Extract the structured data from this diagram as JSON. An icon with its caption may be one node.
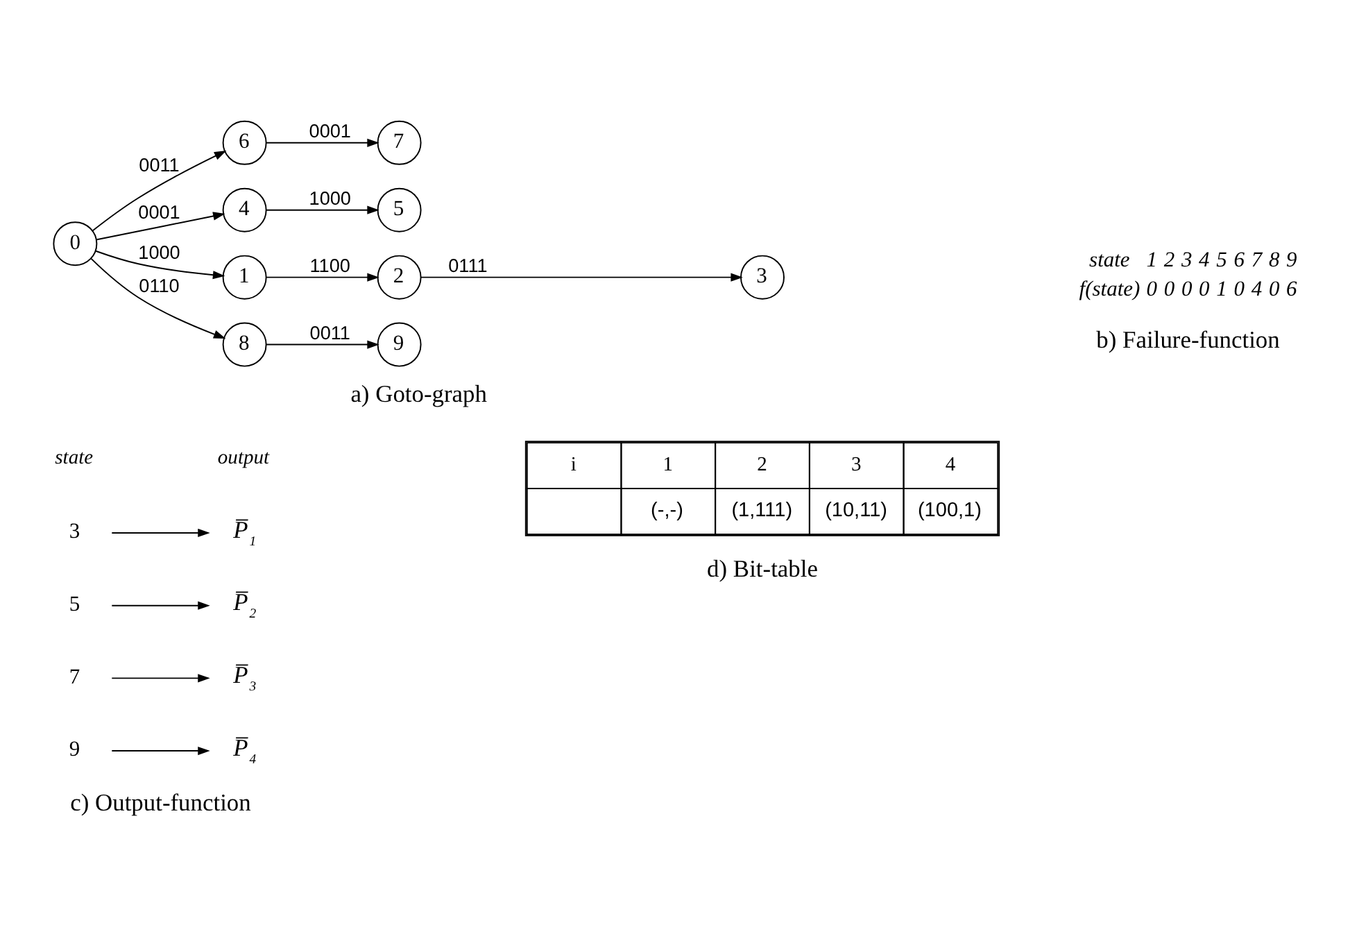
{
  "diagram": {
    "nodes": [
      {
        "text": [
          "0"
        ]
      },
      {
        "text": [
          "1"
        ]
      },
      {
        "text": [
          "2"
        ]
      },
      {
        "text": [
          "3"
        ]
      },
      {
        "text": [
          "4"
        ]
      },
      {
        "text": [
          "5"
        ]
      },
      {
        "text": [
          "6"
        ]
      },
      {
        "text": [
          "7"
        ]
      },
      {
        "text": [
          "8"
        ]
      },
      {
        "text": [
          "9"
        ]
      },
      {
        "text": [
          "3"
        ]
      },
      {
        "text": [
          "5"
        ]
      },
      {
        "text": [
          "7"
        ]
      },
      {
        "text": [
          "9"
        ]
      },
      {
        "text": [
          "P̅$_{1}$"
        ]
      },
      {
        "text": [
          "P̅$_{2}$"
        ]
      },
      {
        "text": [
          "P̅$_{3}$"
        ]
      },
      {
        "text": [
          "P̅$_{4}$"
        ]
      }
    ],
    "edges": [
      {
        "from": 0,
        "to": 1,
        "arrow": "to",
        "label": "1000"
      },
      {
        "from": 1,
        "to": 2,
        "arrow": "to",
        "label": "1100"
      },
      {
        "from": 2,
        "to": 3,
        "arrow": "to",
        "label": "0111"
      },
      {
        "from": 0,
        "to": 4,
        "arrow": "to",
        "label": "0001"
      },
      {
        "from": 4,
        "to": 5,
        "arrow": "to",
        "label": "1000"
      },
      {
        "from": 0,
        "to": 6,
        "arrow": "to",
        "label": "0011"
      },
      {
        "from": 6,
        "to": 7,
        "arrow": "to",
        "label": "0001"
      },
      {
        "from": 0,
        "to": 8,
        "arrow": "to",
        "label": "0110"
      },
      {
        "from": 8,
        "to": 9,
        "arrow": "to",
        "label": "0011"
      },
      {
        "from": 10,
        "to": 14,
        "arrow": "to"
      },
      {
        "from": 11,
        "to": 15,
        "arrow": "to"
      },
      {
        "from": 12,
        "to": 16,
        "arrow": "to"
      },
      {
        "from": 13,
        "to": 17,
        "arrow": "to"
      }
    ],
    "labels": [
      "state",
      "output",
      "state",
      "1",
      "2",
      "3",
      "4",
      "5",
      "6",
      "7",
      "8",
      "9",
      "f(state)",
      "0",
      "0",
      "0",
      "0",
      "1",
      "0",
      "4",
      "0",
      "6",
      "i",
      "1",
      "2",
      "3",
      "4",
      "(-,-)",
      "(1,111)",
      "(10,11)",
      "(100,1)",
      "a) Goto-graph",
      "b) Failure-function",
      "c) Output-function",
      "d) Bit-table"
    ]
  }
}
